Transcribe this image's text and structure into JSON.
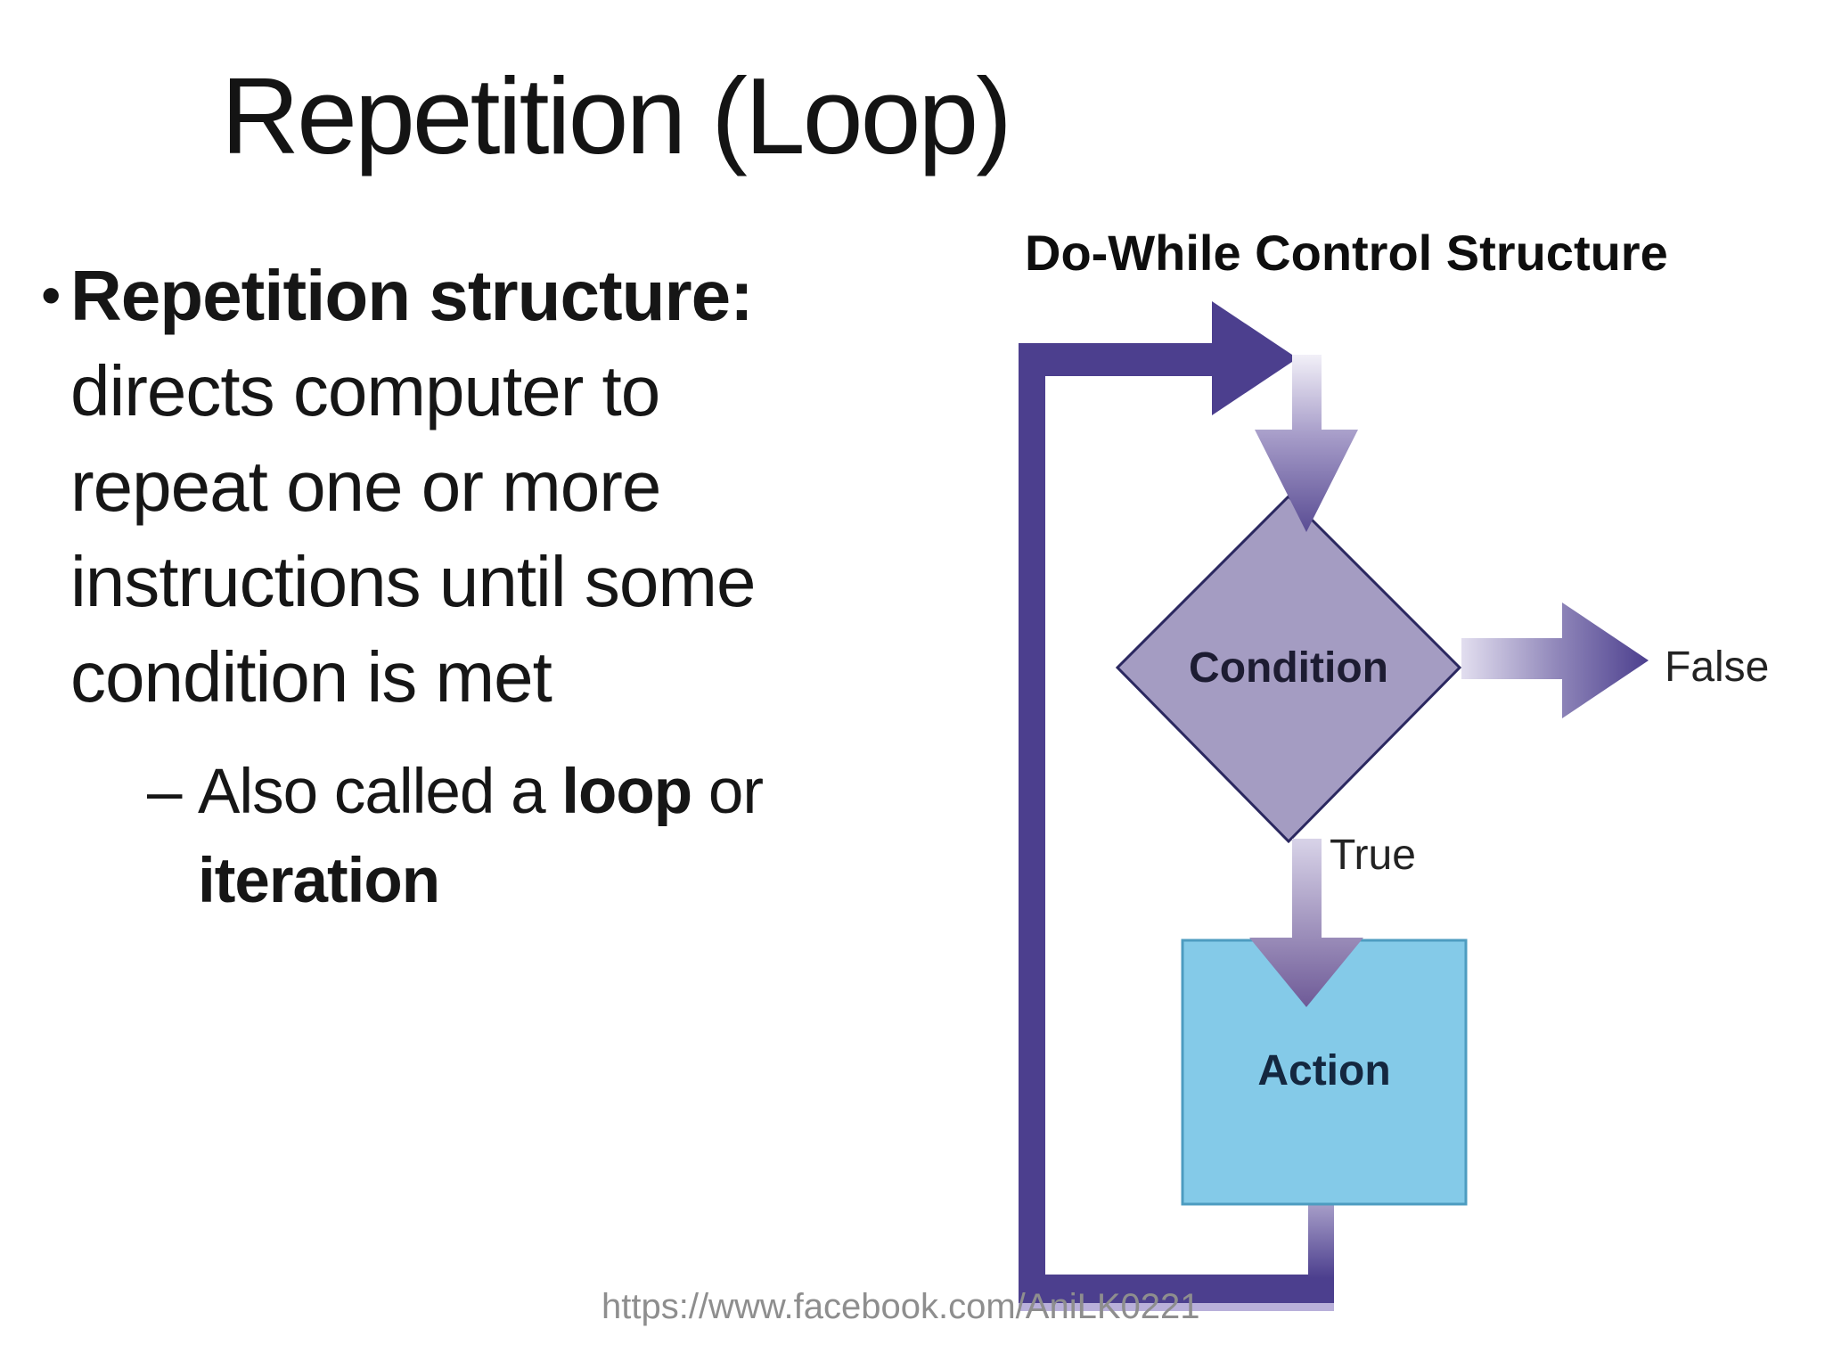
{
  "slide": {
    "title": "Repetition (Loop)",
    "footer_url": "https://www.facebook.com/AniLK0221"
  },
  "bullets": {
    "main": {
      "marker": "•",
      "lead_bold": "Repetition structure:",
      "body": " directs computer to repeat one or more instructions until some condition is met"
    },
    "sub": {
      "marker": "–",
      "part1": "Also called a ",
      "bold1": "loop",
      "part2": " or ",
      "bold2": "iteration"
    }
  },
  "diagram": {
    "title": "Do-While Control Structure",
    "condition_label": "Condition",
    "action_label": "Action",
    "true_label": "True",
    "false_label": "False",
    "colors": {
      "loop_dark_purple": "#4c3f8e",
      "loop_light_edge": "#b9b0da",
      "diamond_fill": "#a49cc2",
      "diamond_border": "#2b2860",
      "diamond_text": "#1d1c32",
      "action_fill": "#84cae8",
      "action_border": "#4d9cc0",
      "action_text": "#14273f",
      "arrow_gradient_light": "#f2f0f8",
      "arrow_gradient_dark": "#5a4d94"
    }
  }
}
